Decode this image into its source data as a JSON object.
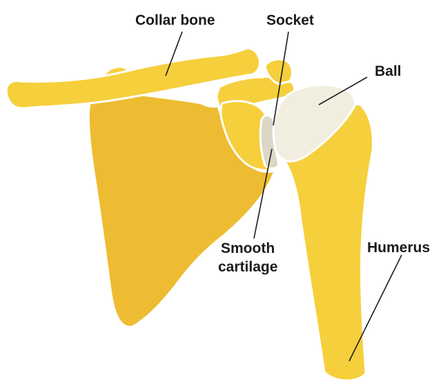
{
  "labels": {
    "collar_bone": "Collar bone",
    "socket": "Socket",
    "ball": "Ball",
    "smooth_cartilage_line1": "Smooth",
    "smooth_cartilage_line2": "cartilage",
    "humerus": "Humerus"
  },
  "colors": {
    "bone_light": "#f6cf3d",
    "bone_shadow": "#eebc32",
    "cartilage_ball": "#f1eedf",
    "cartilage_socket": "#dcd7c6",
    "outline": "#ffffff",
    "text": "#1b1b1b"
  }
}
